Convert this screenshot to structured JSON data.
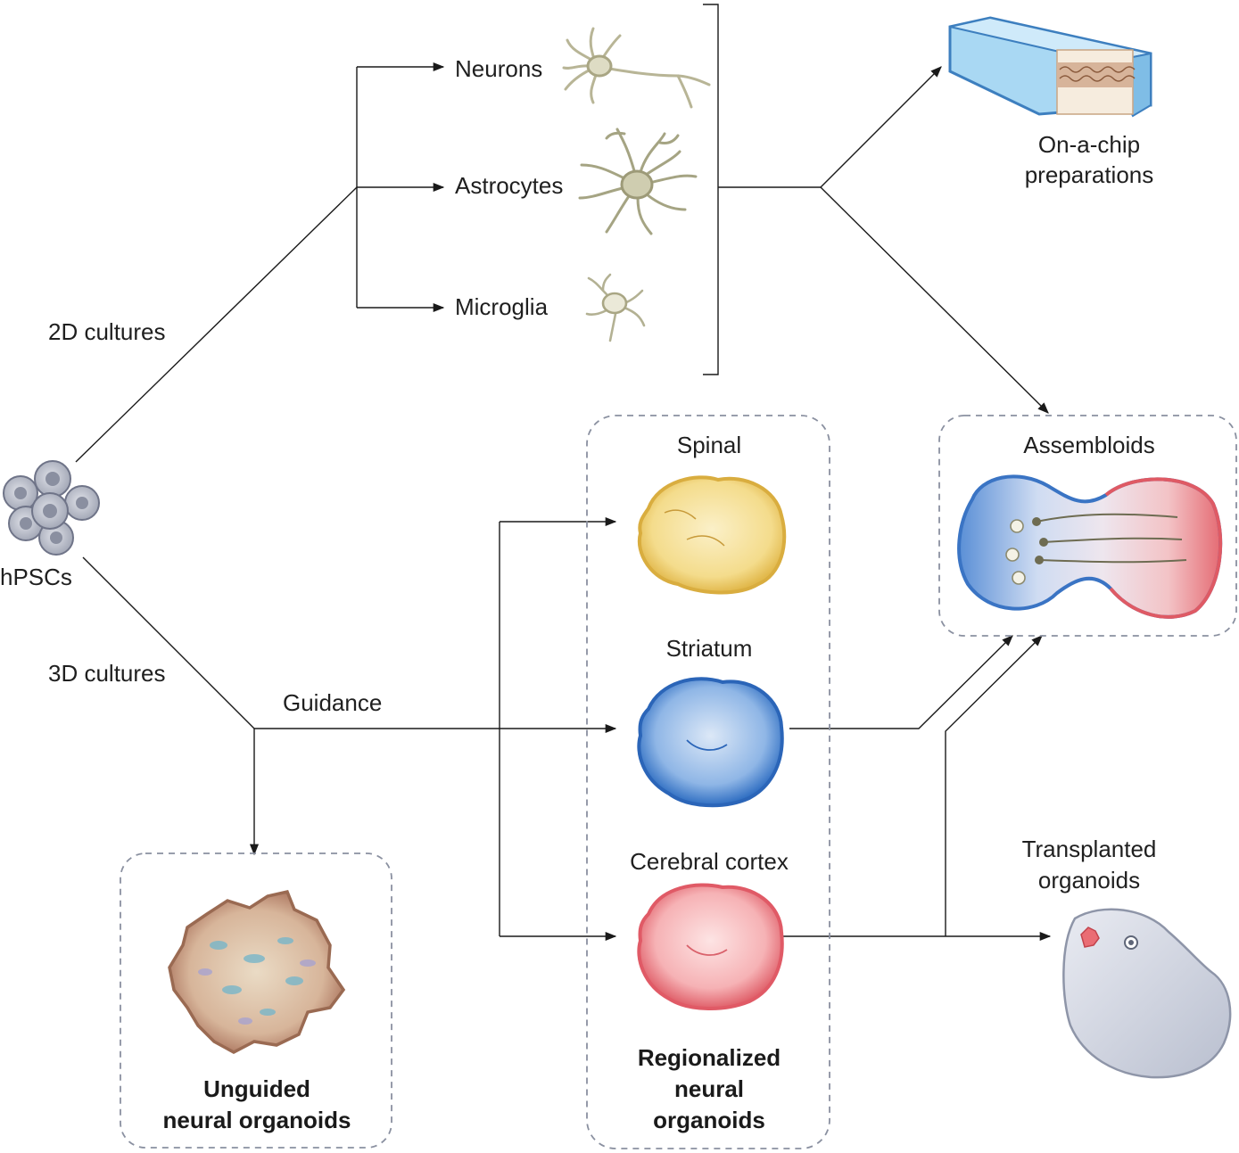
{
  "labels": {
    "hpscs": "hPSCs",
    "cultures_2d": "2D cultures",
    "cultures_3d": "3D cultures",
    "guidance": "Guidance",
    "neurons": "Neurons",
    "astrocytes": "Astrocytes",
    "microglia": "Microglia",
    "on_chip_line1": "On-a-chip",
    "on_chip_line2": "preparations",
    "assembloids": "Assembloids",
    "spinal": "Spinal",
    "striatum": "Striatum",
    "cerebral_cortex": "Cerebral cortex",
    "transplanted_line1": "Transplanted",
    "transplanted_line2": "organoids",
    "unguided_line1": "Unguided",
    "unguided_line2": "neural organoids",
    "regionalized_line1": "Regionalized",
    "regionalized_line2": "neural",
    "regionalized_line3": "organoids"
  },
  "colors": {
    "spinal": "#f2d47a",
    "striatum": "#5b93d6",
    "cortex": "#f19aa0",
    "unguided": "#b8836a",
    "cell": "#d9d8c2",
    "hpsc": "#b8bcc8",
    "chip": "#9fd0ef"
  },
  "icons": [
    "neuron-icon",
    "astrocyte-icon",
    "microglia-icon",
    "chip-icon",
    "assembloid-icon",
    "rat-icon",
    "hpsc-cluster-icon"
  ]
}
